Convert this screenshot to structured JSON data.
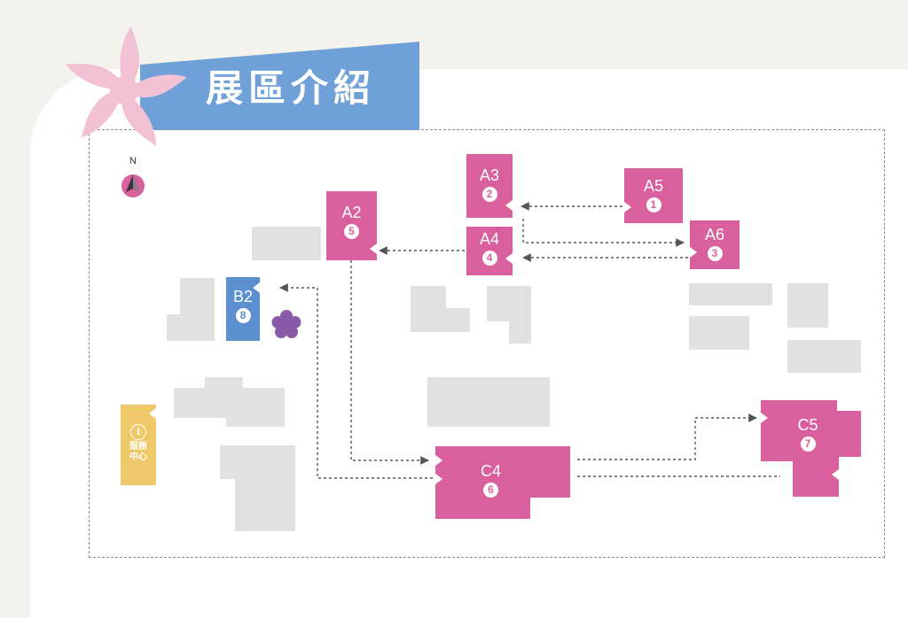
{
  "header": {
    "title": "展區介紹"
  },
  "compass": {
    "north_label": "N",
    "icon": "north-arrow-icon"
  },
  "zones": {
    "a5": {
      "code": "A5",
      "num": "1"
    },
    "a3": {
      "code": "A3",
      "num": "2"
    },
    "a6": {
      "code": "A6",
      "num": "3"
    },
    "a4": {
      "code": "A4",
      "num": "4"
    },
    "a2": {
      "code": "A2",
      "num": "5"
    },
    "c4": {
      "code": "C4",
      "num": "6"
    },
    "c5": {
      "code": "C5",
      "num": "7"
    },
    "b2": {
      "code": "B2",
      "num": "8"
    }
  },
  "service_center": {
    "line1": "服務",
    "line2": "中心",
    "icon": "info-icon"
  },
  "colors": {
    "pink": "#d9609c",
    "blue": "#5b8fd0",
    "banner": "#6fa0d8",
    "flower": "#f2c2d4",
    "purple_flower": "#8a5aa8",
    "service": "#efc86a",
    "building": "#e1e1e1"
  }
}
